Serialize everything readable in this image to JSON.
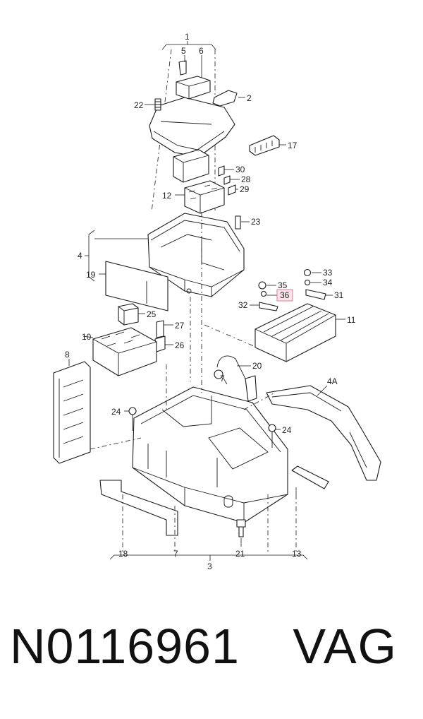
{
  "diagram": {
    "callouts": [
      "1",
      "2",
      "3",
      "4",
      "4A",
      "5",
      "6",
      "7",
      "8",
      "10",
      "11",
      "12",
      "13",
      "17",
      "18",
      "19",
      "20",
      "21",
      "22",
      "23",
      "24",
      "25",
      "26",
      "27",
      "28",
      "29",
      "30",
      "31",
      "32",
      "33",
      "34",
      "35",
      "36"
    ],
    "highlighted_callout": "36",
    "highlight_color": "#fde4ea"
  },
  "footer": {
    "part_number": "N0116961",
    "brand": "VAG"
  }
}
